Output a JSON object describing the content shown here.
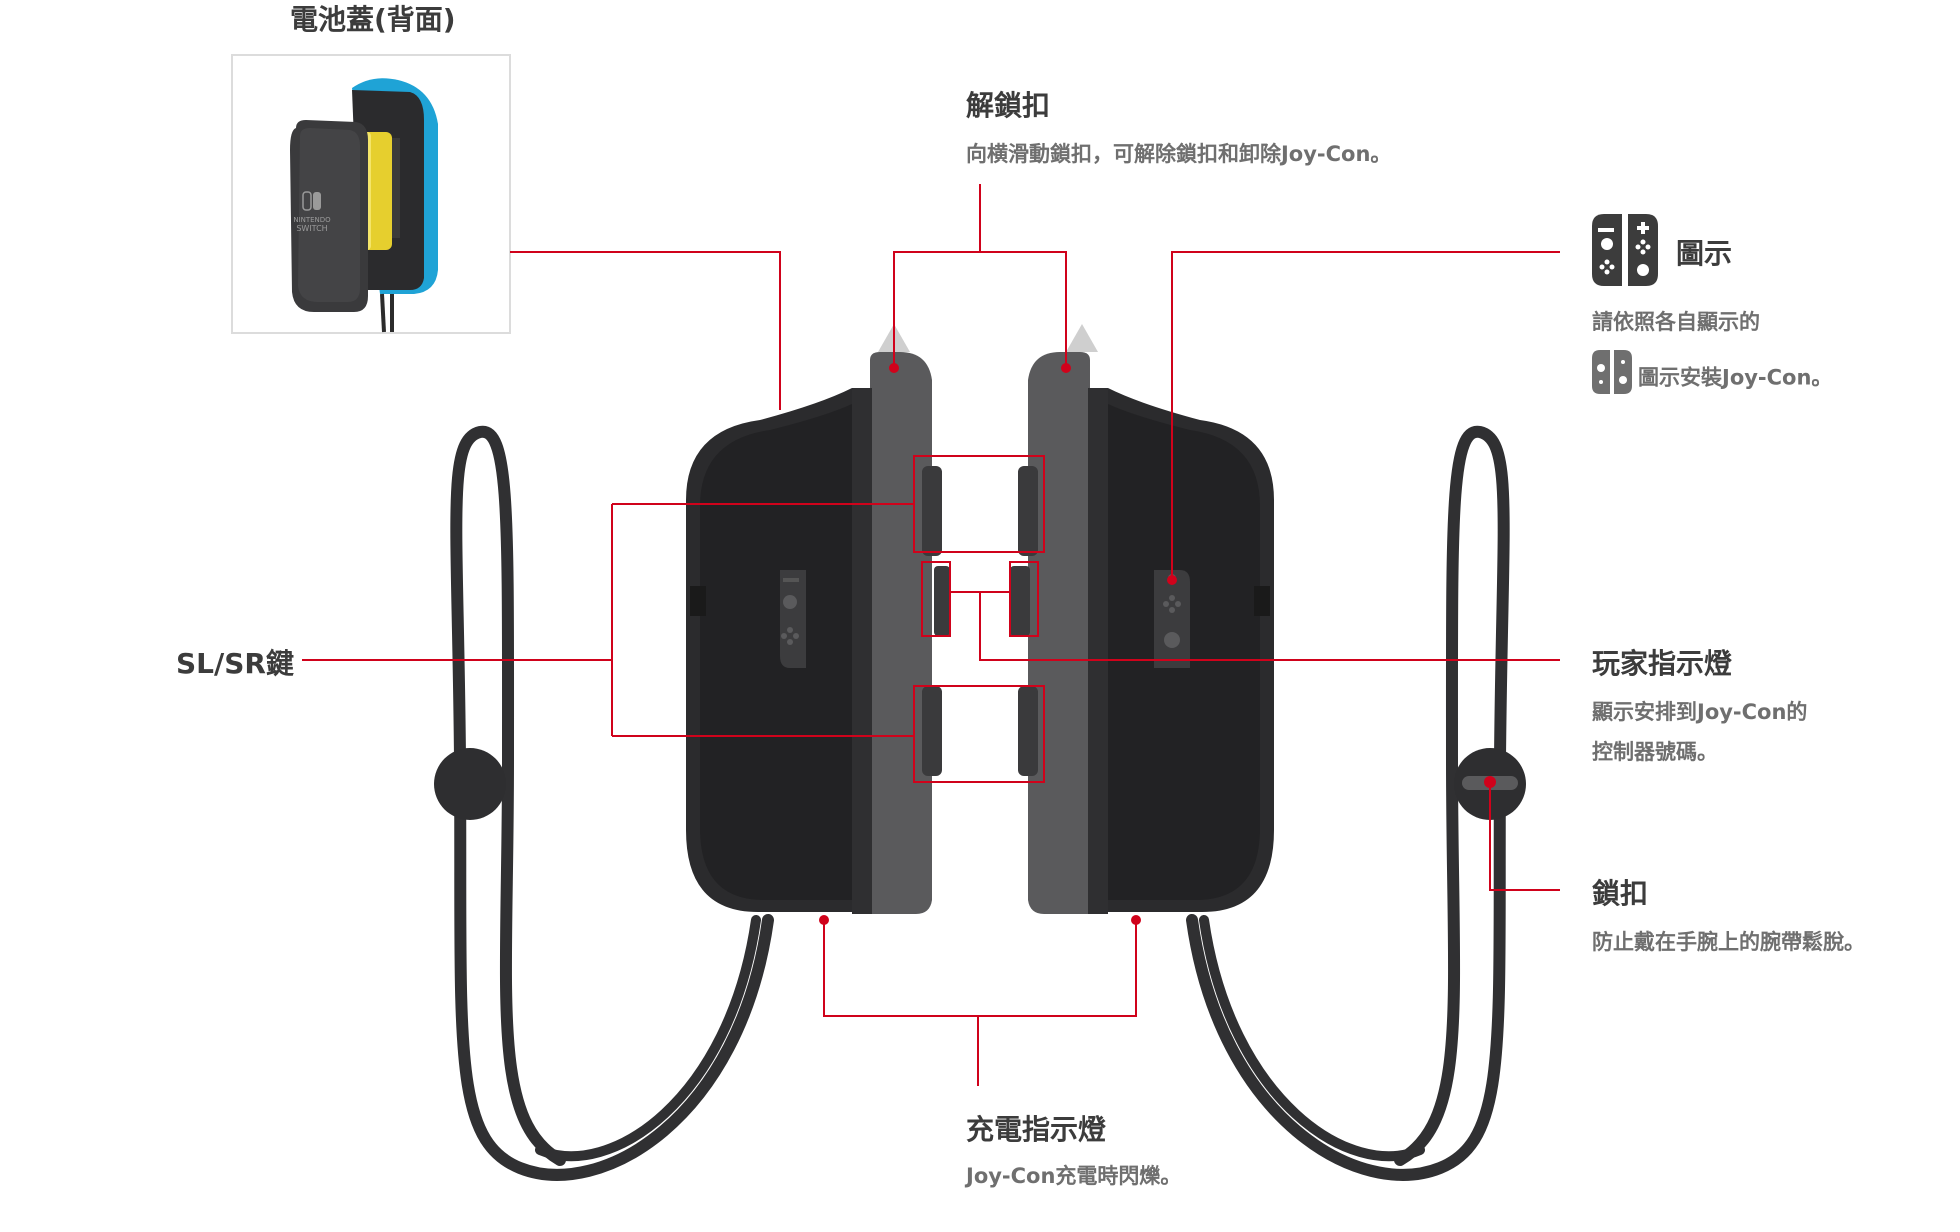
{
  "colors": {
    "accent": "#d0021b",
    "body_dark": "#2b2b2d",
    "rail_gray": "#5a5a5c",
    "strap": "#303032",
    "title_text": "#3c3c3c",
    "desc_text": "#6f6f6f",
    "joycon_blue": "#1fa3d6"
  },
  "labels": {
    "battery_cover": {
      "title": "電池蓋(背面)"
    },
    "release_latch": {
      "title": "解鎖扣",
      "desc": "向横滑動鎖扣，可解除鎖扣和卸除Joy-Con。"
    },
    "icon_mark": {
      "title": "圖示",
      "desc_line1": "請依照各自顯示的",
      "desc_line2": "圖示安裝Joy-Con。"
    },
    "sl_sr": {
      "title": "SL/SR鍵"
    },
    "player_lights": {
      "title": "玩家指示燈",
      "desc_line1": "顯示安排到Joy-Con的",
      "desc_line2": "控制器號碼。"
    },
    "lock": {
      "title": "鎖扣",
      "desc": "防止戴在手腕上的腕帶鬆脫。"
    },
    "charge_light": {
      "title": "充電指示燈",
      "desc": "Joy-Con充電時閃爍。"
    }
  },
  "photo": {
    "logo_line1": "NINTENDO",
    "logo_line2": "SWITCH"
  },
  "icons": {
    "joycon_pair": "joycon-pair-icon",
    "left_mark": "joycon-left-mark-icon",
    "right_mark": "joycon-right-mark-icon"
  }
}
